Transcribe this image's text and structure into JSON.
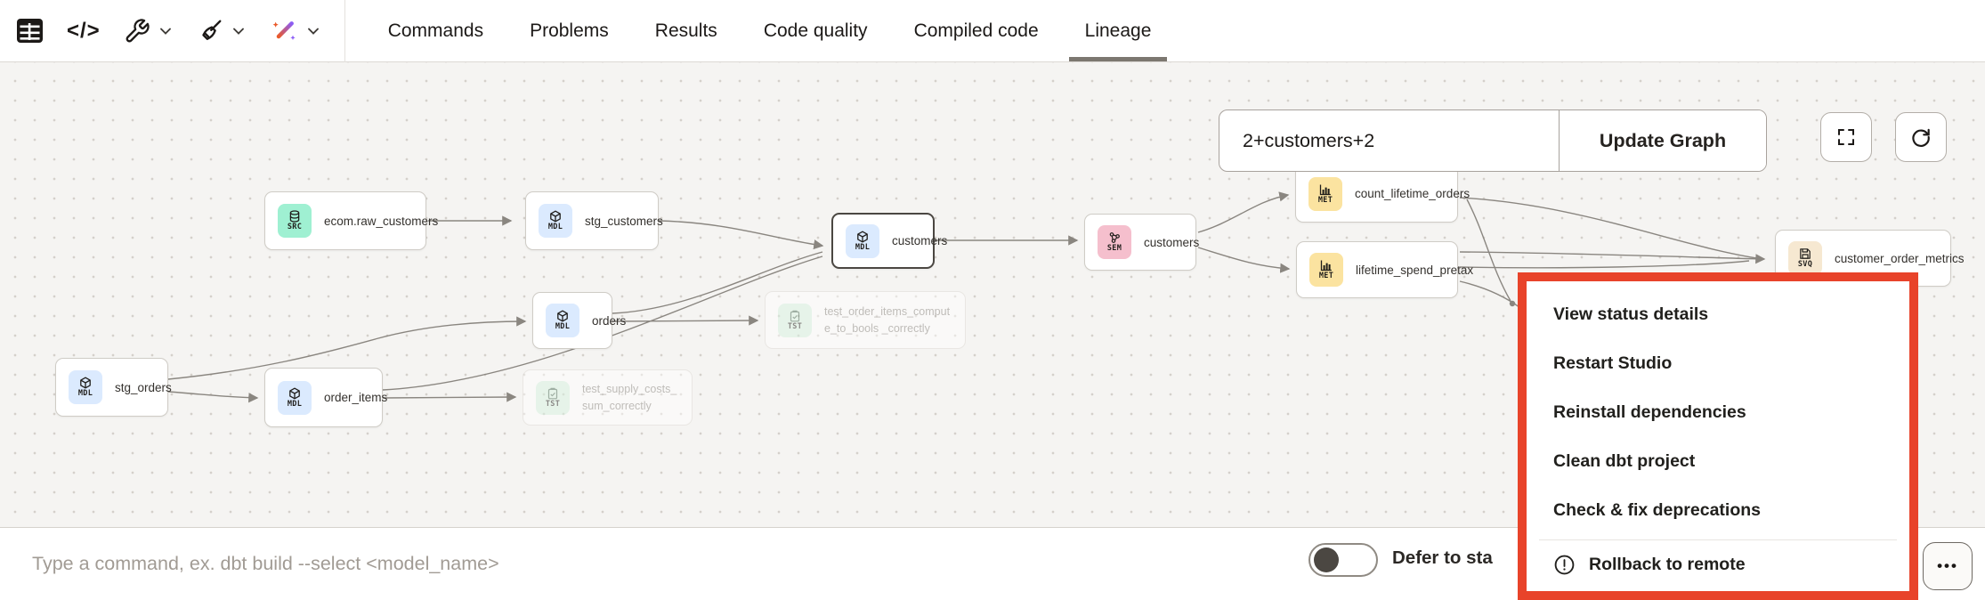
{
  "header": {
    "toolbar_icons": [
      "table-icon",
      "code-icon",
      "wrench-icon",
      "chevron-down-icon",
      "broom-icon",
      "chevron-down-icon",
      "magic-wand-icon",
      "chevron-down-icon"
    ],
    "tabs": [
      {
        "label": "Commands"
      },
      {
        "label": "Problems"
      },
      {
        "label": "Results"
      },
      {
        "label": "Code quality"
      },
      {
        "label": "Compiled code"
      },
      {
        "label": "Lineage"
      }
    ],
    "active_tab": "Lineage"
  },
  "lineage": {
    "selector_value": "2+customers+2",
    "update_button_label": "Update Graph",
    "action_icons": [
      "fullscreen-icon",
      "refresh-icon"
    ],
    "nodes": [
      {
        "label": "ecom.raw_customers",
        "badge": "SRC"
      },
      {
        "label": "stg_customers",
        "badge": "MDL"
      },
      {
        "label": "customers",
        "badge": "MDL",
        "selected": true
      },
      {
        "label": "customers",
        "badge": "SEM"
      },
      {
        "label": "count_lifetime_orders",
        "badge": "MET"
      },
      {
        "label": "lifetime_spend_pretax",
        "badge": "MET"
      },
      {
        "label": "customer_order_metrics",
        "badge": "SVQ"
      },
      {
        "label": "orders",
        "badge": "MDL"
      },
      {
        "label": "test_order_items_compute_to_bools _correctly",
        "badge": "TST",
        "ghost": true
      },
      {
        "label": "stg_orders",
        "badge": "MDL"
      },
      {
        "label": "order_items",
        "badge": "MDL"
      },
      {
        "label": "test_supply_costs_sum_correctly",
        "badge": "TST",
        "ghost": true
      }
    ]
  },
  "context_menu": {
    "items": [
      "View status details",
      "Restart Studio",
      "Reinstall dependencies",
      "Clean dbt project",
      "Check & fix deprecations"
    ],
    "danger_item": "Rollback to remote",
    "danger_icon": "warning-circle-icon",
    "highlight_color": "#e8432a"
  },
  "command_bar": {
    "placeholder": "Type a command, ex. dbt build --select <model_name>",
    "defer_toggle_label": "Defer to sta",
    "toggle_state": "off",
    "more_button": "•••"
  },
  "colors": {
    "badge_mdl": "#dbeafe",
    "badge_src": "#9ff0d2",
    "badge_sem": "#f5bfcd",
    "badge_met": "#fbe3a0",
    "badge_svq": "#f6e8d1",
    "badge_tst": "#d9f3e1",
    "selected_border": "#4b4742",
    "edge": "#8a8680",
    "highlight": "#e8432a"
  }
}
